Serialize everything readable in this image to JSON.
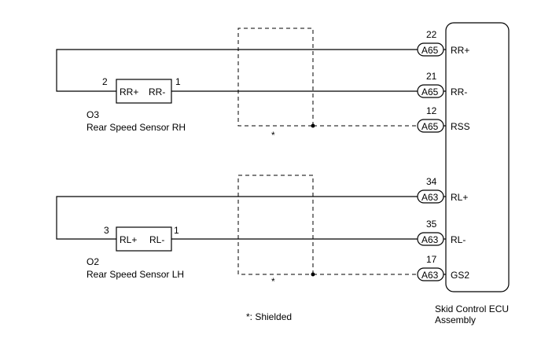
{
  "ecu": {
    "name_line1": "Skid Control ECU",
    "name_line2": "Assembly"
  },
  "footnote": "*: Shielded",
  "sensors": [
    {
      "code": "O3",
      "name": "Rear Speed Sensor RH",
      "pin_left_num": "2",
      "pin_left_label": "RR+",
      "pin_right_num": "1",
      "pin_right_label": "RR-",
      "shield_mark": "*"
    },
    {
      "code": "O2",
      "name": "Rear Speed Sensor LH",
      "pin_left_num": "3",
      "pin_left_label": "RL+",
      "pin_right_num": "1",
      "pin_right_label": "RL-",
      "shield_mark": "*"
    }
  ],
  "terminals": [
    {
      "pin": "22",
      "connector": "A65",
      "signal": "RR+"
    },
    {
      "pin": "21",
      "connector": "A65",
      "signal": "RR-"
    },
    {
      "pin": "12",
      "connector": "A65",
      "signal": "RSS"
    },
    {
      "pin": "34",
      "connector": "A63",
      "signal": "RL+"
    },
    {
      "pin": "35",
      "connector": "A63",
      "signal": "RL-"
    },
    {
      "pin": "17",
      "connector": "A63",
      "signal": "GS2"
    }
  ]
}
